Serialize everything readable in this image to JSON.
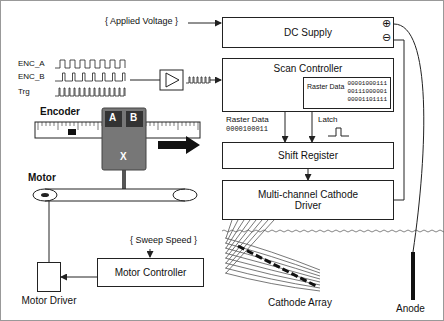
{
  "diagram": {
    "nodes": [
      {
        "text": [
          "DC Supply"
        ]
      },
      {
        "text": [
          "Scan Controller"
        ]
      },
      {
        "text": [
          "Raster Data",
          "00001000111",
          "00111000001",
          "00001101111"
        ],
        "in": 1
      },
      {
        "text": [
          "Shift Register"
        ]
      },
      {
        "text": [
          "Multi-channel Cathode Driver"
        ]
      },
      {
        "text": [
          "Motor Controller"
        ]
      },
      {
        "text": [
          "Motor Driver"
        ]
      }
    ],
    "edges": [
      {
        "from": 1,
        "to": 3,
        "arrow": "to"
      },
      {
        "from": 1,
        "to": 3,
        "arrow": "to"
      },
      {
        "from": 3,
        "to": 4,
        "arrow": "to"
      },
      {
        "from": 5,
        "to": 6,
        "arrow": "to"
      },
      {
        "from": 0,
        "to": 4,
        "arrow": "none"
      }
    ],
    "labels": [
      "{ Applied Voltage }",
      "⊕",
      "⊖",
      "ENC_A",
      "ENC_B",
      "Trg",
      "Encoder",
      "A",
      "B",
      "X",
      "Motor",
      "{ Sweep Speed }",
      "Raster Data",
      "0000100011",
      "Latch",
      "Cathode Array",
      "Anode"
    ]
  }
}
